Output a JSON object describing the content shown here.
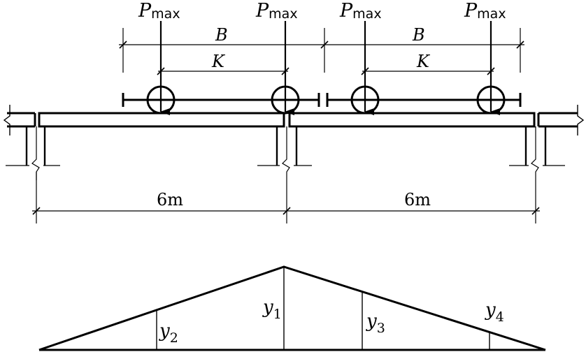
{
  "loads": {
    "symbol": "P",
    "subscript": "max"
  },
  "dimensions": {
    "crane_width": "B",
    "wheel_base": "K",
    "span_left": "6m",
    "span_right": "6m"
  },
  "influence_line": {
    "y1": {
      "symbol": "y",
      "index": "1"
    },
    "y2": {
      "symbol": "y",
      "index": "2"
    },
    "y3": {
      "symbol": "y",
      "index": "3"
    },
    "y4": {
      "symbol": "y",
      "index": "4"
    }
  }
}
